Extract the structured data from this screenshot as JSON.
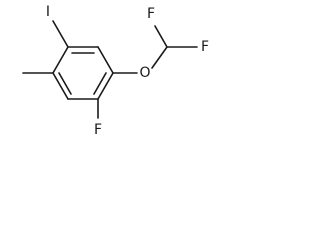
{
  "molecule": {
    "name": "",
    "atoms": {
      "iodine": "I",
      "oxygen": "O",
      "fluorine_difluoromethyl_1": "F",
      "fluorine_difluoromethyl_2": "F",
      "fluorine_ring": "F"
    },
    "colors": {
      "bond": "#1a1a1a",
      "label": "#1a1a1a",
      "background": "#ffffff"
    }
  }
}
